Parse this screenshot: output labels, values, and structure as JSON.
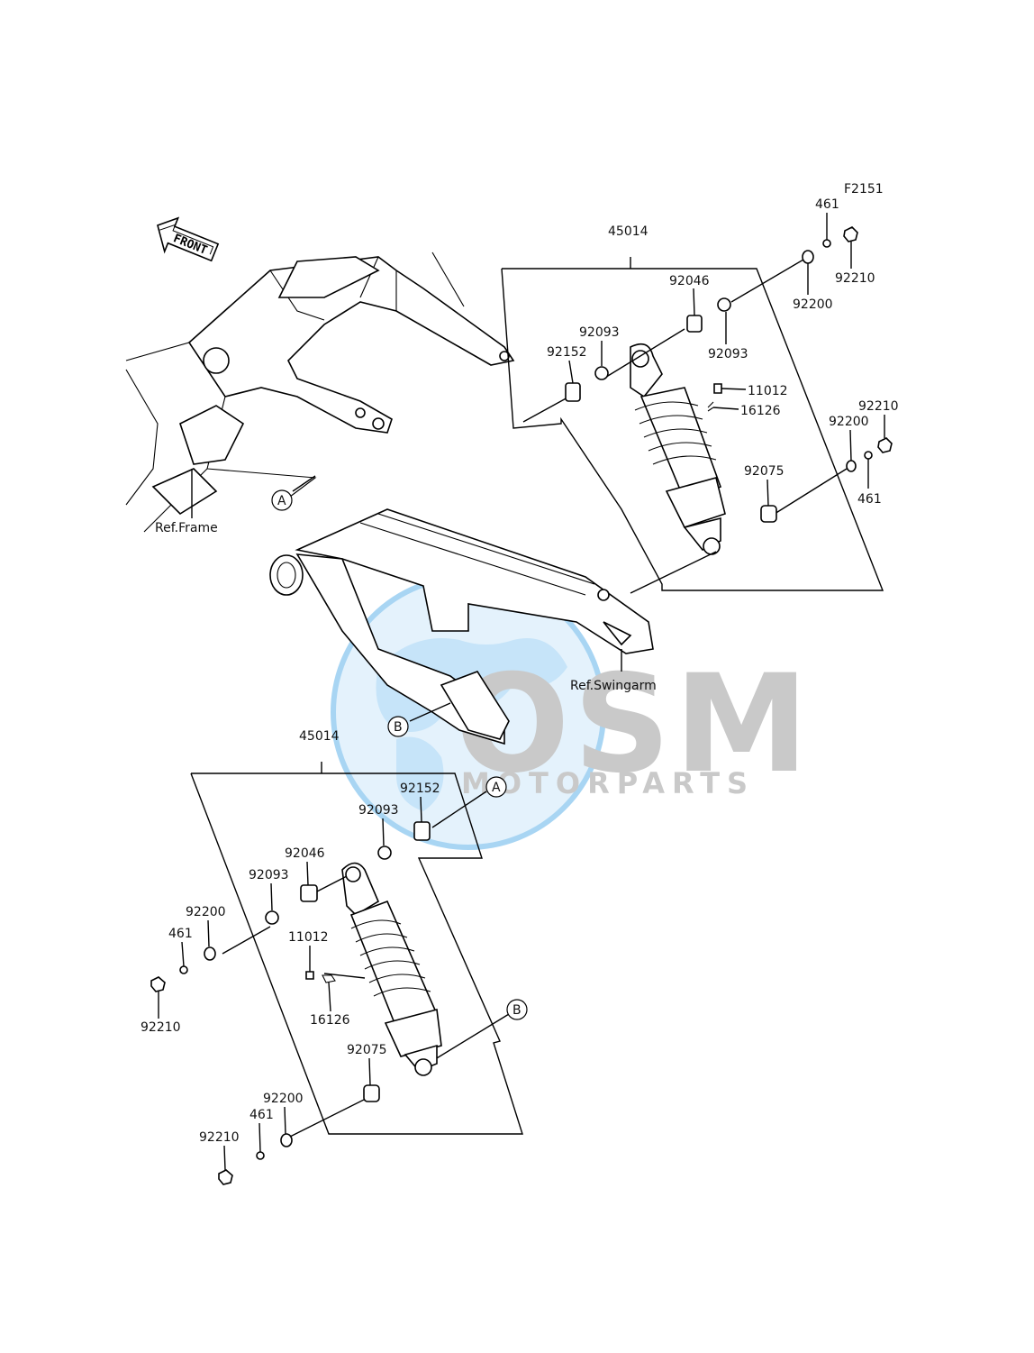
{
  "figure_code": "F2151",
  "front_label": "FRONT",
  "watermark": {
    "brand": "OSM",
    "tagline": "MOTORPARTS"
  },
  "references": {
    "frame": "Ref.Frame",
    "swingarm": "Ref.Swingarm"
  },
  "circle_markers": {
    "a": "A",
    "b": "B"
  },
  "upper_assembly": {
    "shock_absorber": "45014",
    "collar_top": "92152",
    "oil_seal_left": "92093",
    "bearing": "92046",
    "oil_seal_right": "92093",
    "washer_top": "92200",
    "pin": "461",
    "nut_top": "92210",
    "nipple": "11012",
    "cap": "16126",
    "nut_bottom": "92210",
    "washer_bottom": "92200",
    "collar_bottom": "92075",
    "pin_bottom": "461"
  },
  "lower_assembly": {
    "shock_absorber": "45014",
    "collar_top": "92152",
    "oil_seal_top": "92093",
    "bearing": "92046",
    "oil_seal_left": "92093",
    "washer_top": "92200",
    "pin_top": "461",
    "nut_top": "92210",
    "nipple": "11012",
    "cap": "16126",
    "collar_bottom": "92075",
    "washer_bottom": "92200",
    "pin_bottom": "461",
    "nut_bottom": "92210"
  },
  "colors": {
    "watermark_blue": "#8cc8f0",
    "watermark_grey": "#b8b8b8",
    "ink": "#000000"
  }
}
